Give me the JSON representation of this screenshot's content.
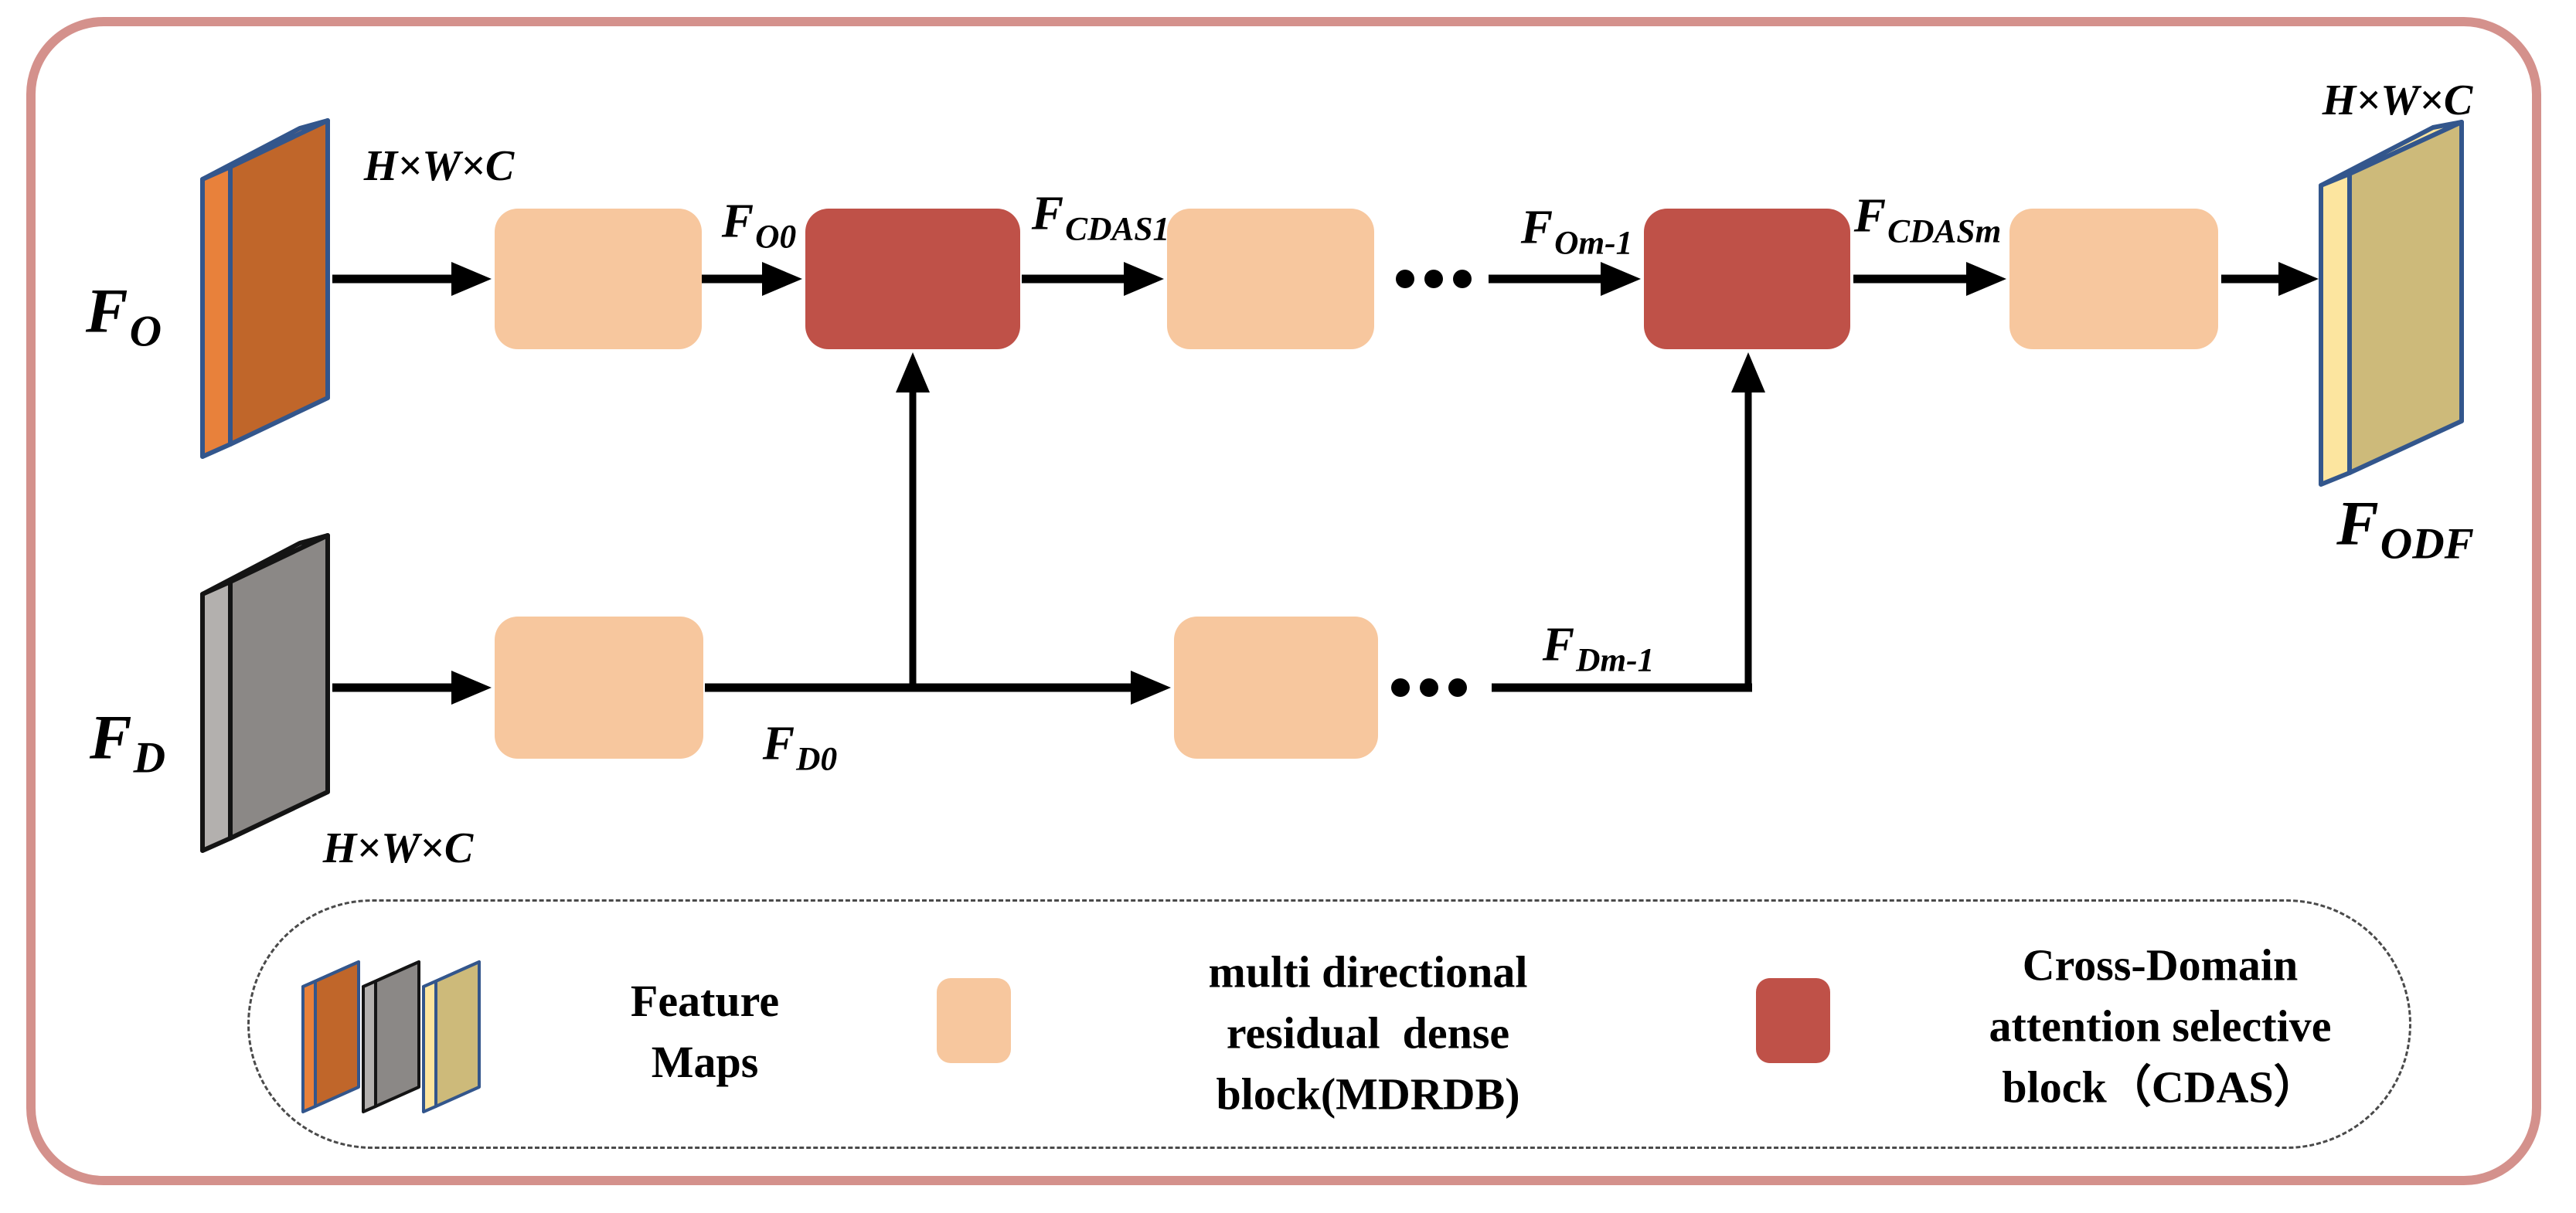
{
  "nodes": {
    "fo": {
      "base": "F",
      "sub": "O"
    },
    "fd": {
      "base": "F",
      "sub": "D"
    },
    "fodf": {
      "base": "F",
      "sub": "ODF"
    },
    "hwc": "H×W×C"
  },
  "flow_labels": {
    "f_o0": {
      "base": "F",
      "sub": "O0"
    },
    "f_cdas1": {
      "base": "F",
      "sub": "CDAS1"
    },
    "f_om_1": {
      "base": "F",
      "sub": "Om-1"
    },
    "f_cdasm": {
      "base": "F",
      "sub": "CDASm"
    },
    "f_d0": {
      "base": "F",
      "sub": "D0"
    },
    "f_dm_1": {
      "base": "F",
      "sub": "Dm-1"
    }
  },
  "icons": {
    "ellipsis_dots": "•••"
  },
  "legend": {
    "feature_maps": {
      "lines": [
        "Feature",
        "Maps"
      ]
    },
    "mdrdb": {
      "lines": [
        "multi directional",
        "residual  dense",
        "block(MDRDB)"
      ]
    },
    "cdas": {
      "lines": [
        "Cross-Domain",
        "attention selective",
        "block（CDAS）"
      ]
    }
  },
  "colors": {
    "frame_border": "#d4918c",
    "mdrdb_block": "#f7c79e",
    "cdas_block": "#bf5148",
    "orange_slab_face": "#c0662a",
    "orange_slab_edge": "#ec9152",
    "gray_slab_face": "#8b8886",
    "gray_slab_edge": "#b3b0ae",
    "yellow_slab_face": "#cdba7a",
    "yellow_slab_edge": "#fce59f",
    "slab_border_blue": "#33568c",
    "arrow": "#000000"
  }
}
